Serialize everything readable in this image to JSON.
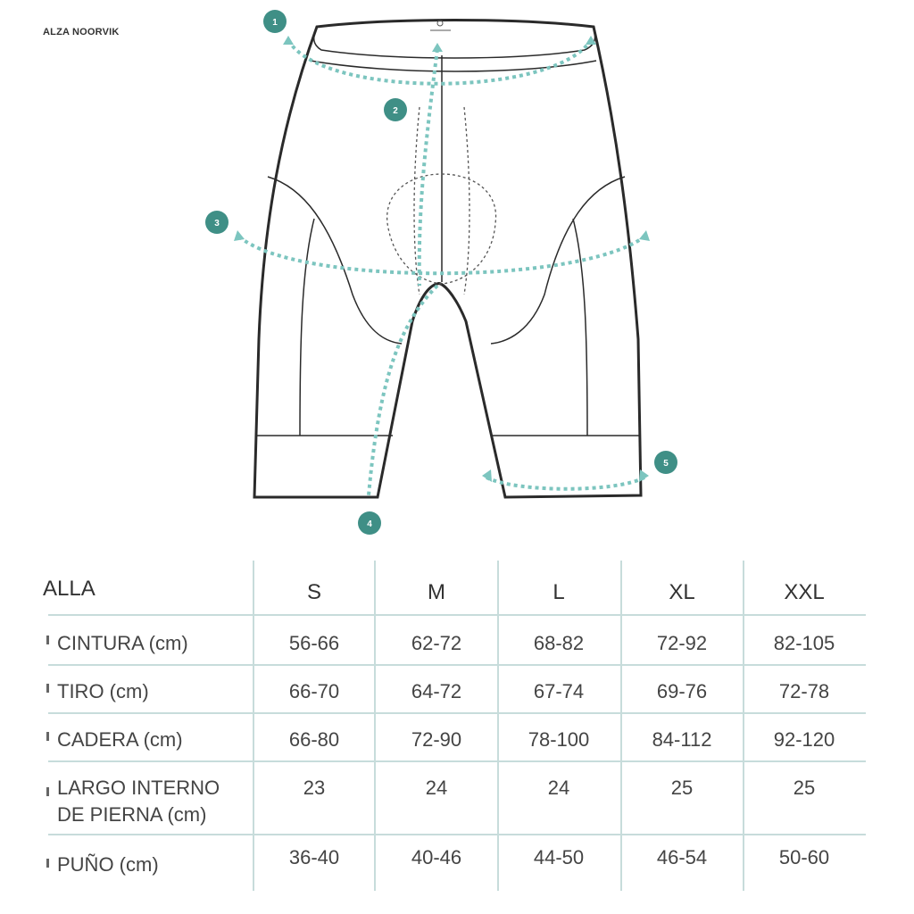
{
  "product_name": "ALZA NOORVIK",
  "measure_numbers": [
    "1",
    "2",
    "3",
    "4",
    "5"
  ],
  "colors": {
    "accent": "#7cc5bf",
    "badge": "#3f8f86",
    "outline": "#2a2a2a",
    "grid": "#c7dcdb"
  },
  "table": {
    "header_label": "ALLA",
    "sizes": [
      "S",
      "M",
      "L",
      "XL",
      "XXL"
    ],
    "rows": [
      {
        "label": "CINTURA (cm)",
        "values": [
          "56-66",
          "62-72",
          "68-82",
          "72-92",
          "82-105"
        ]
      },
      {
        "label": "TIRO (cm)",
        "values": [
          "66-70",
          "64-72",
          "67-74",
          "69-76",
          "72-78"
        ]
      },
      {
        "label": "CADERA (cm)",
        "values": [
          "66-80",
          "72-90",
          "78-100",
          "84-112",
          "92-120"
        ]
      },
      {
        "label": "LARGO INTERNO\nDE PIERNA (cm)",
        "values": [
          "23",
          "24",
          "24",
          "25",
          "25"
        ]
      },
      {
        "label": "PUÑO  (cm)",
        "values": [
          "36-40",
          "40-46",
          "44-50",
          "46-54",
          "50-60"
        ]
      }
    ]
  }
}
